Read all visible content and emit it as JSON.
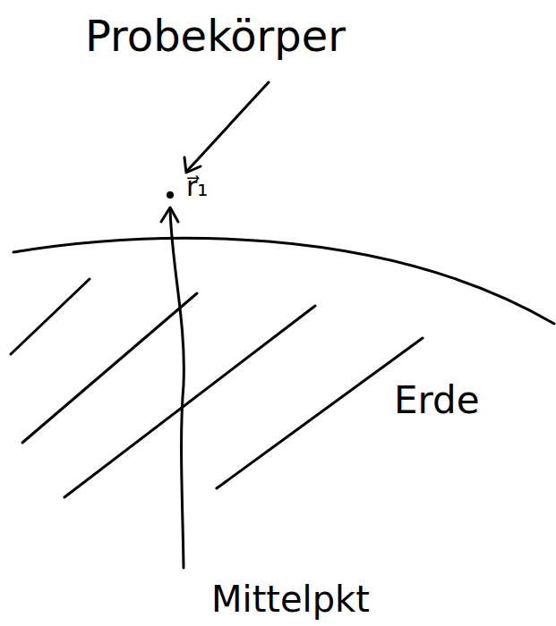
{
  "diagram": {
    "labels": [
      "Probekörper",
      "r⃗₁",
      "Erde",
      "Mittelpkt"
    ]
  }
}
